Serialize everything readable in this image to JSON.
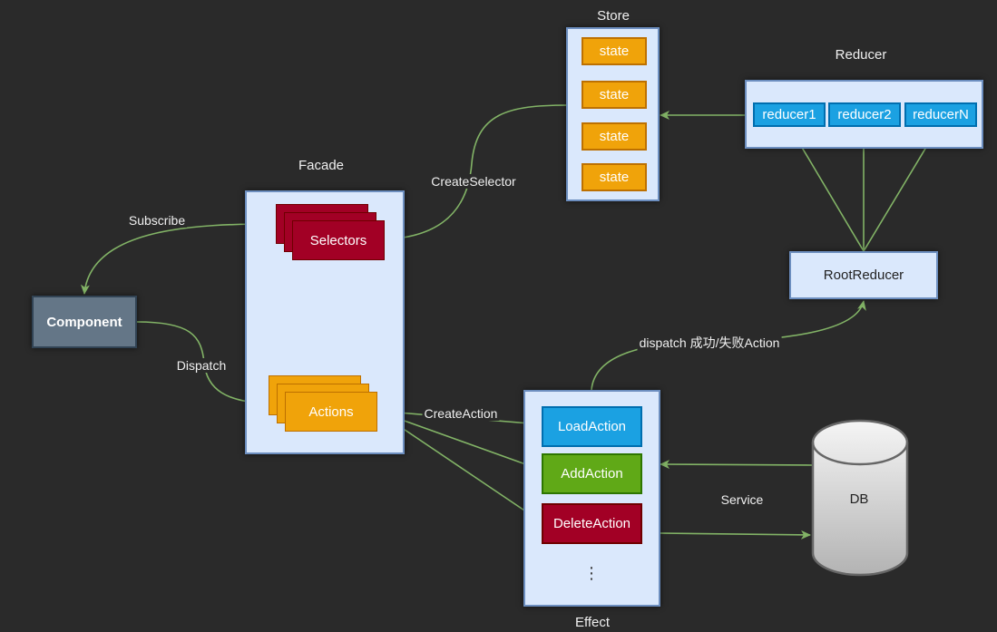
{
  "groups": {
    "store": {
      "title": "Store",
      "states": [
        "state",
        "state",
        "state",
        "state"
      ]
    },
    "reducer": {
      "title": "Reducer",
      "items": [
        "reducer1",
        "reducer2",
        "reducerN"
      ]
    },
    "facade": {
      "title": "Facade",
      "selectors": "Selectors",
      "actions": "Actions"
    },
    "effect": {
      "title": "Effect",
      "items": [
        "LoadAction",
        "AddAction",
        "DeleteAction"
      ],
      "ellipsis": "⋮"
    }
  },
  "nodes": {
    "component": "Component",
    "root_reducer": "RootReducer",
    "db": "DB"
  },
  "edges": {
    "subscribe": "Subscribe",
    "dispatch": "Dispatch",
    "create_selector": "CreateSelector",
    "create_action": "CreateAction",
    "dispatch_result": "dispatch 成功/失败Action",
    "service": "Service"
  },
  "colors": {
    "background": "#2a2a2a",
    "edge": "#82b366",
    "container_fill": "#dae8fc",
    "container_stroke": "#6c8ebf",
    "state": "#f0a30a",
    "reducer": "#1ba1e2",
    "selector": "#a20025",
    "load_action": "#1ba1e2",
    "add_action": "#60a917",
    "delete_action": "#a20025",
    "component": "#647687"
  }
}
